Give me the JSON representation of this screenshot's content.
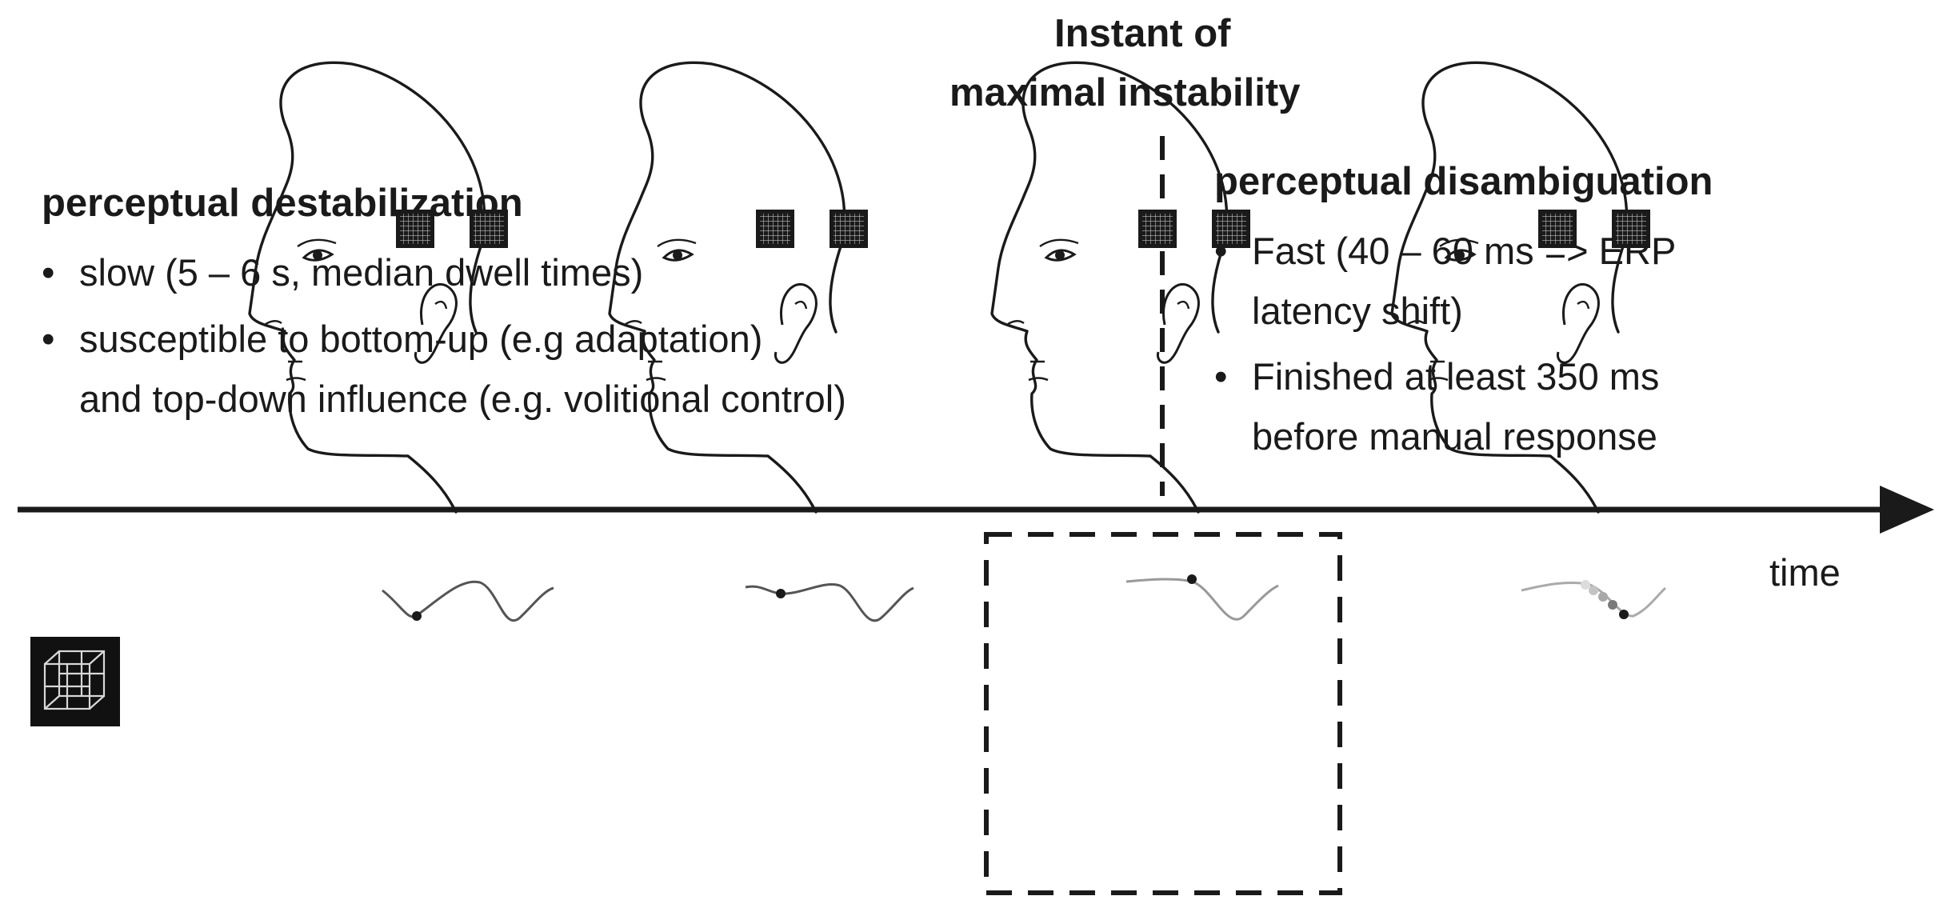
{
  "instant": {
    "line1": "Instant of",
    "line2": "maximal instability"
  },
  "left_panel": {
    "heading": "perceptual destabilization",
    "bullets": [
      {
        "line1": "slow (5 – 6 s, median dwell times)"
      },
      {
        "line1": "susceptible to bottom-up (e.g adaptation)",
        "line2": "and top-down influence (e.g. volitional control)"
      }
    ]
  },
  "right_panel": {
    "heading": "perceptual disambiguation",
    "bullets": [
      {
        "line1": "Fast (40 – 60 ms => ERP",
        "line2": "latency shift)"
      },
      {
        "line1": "Finished at least 350 ms",
        "line2": "before manual response"
      }
    ]
  },
  "time_label": "time",
  "bullet_char": "•",
  "icons": [
    "necker-cube-icon",
    "head-profile-icon",
    "eeg-electrode-icon"
  ],
  "colors": {
    "ink": "#1a1a1a",
    "trace": "#666666",
    "background": "#ffffff"
  }
}
